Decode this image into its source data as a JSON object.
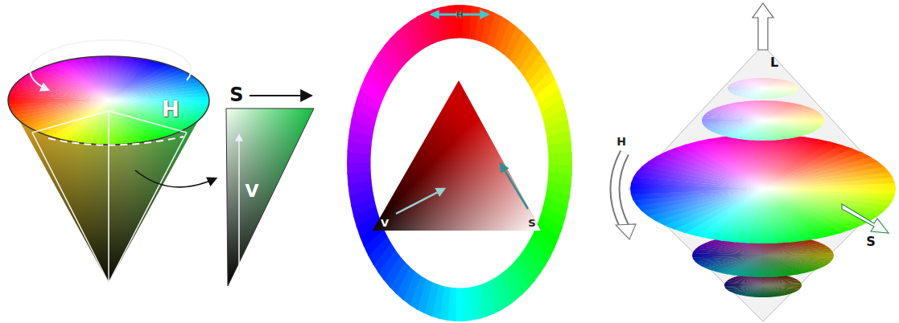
{
  "diagram": {
    "labels": [
      "H",
      "S",
      "V",
      "H",
      "V",
      "S",
      "H",
      "L",
      "S"
    ]
  }
}
